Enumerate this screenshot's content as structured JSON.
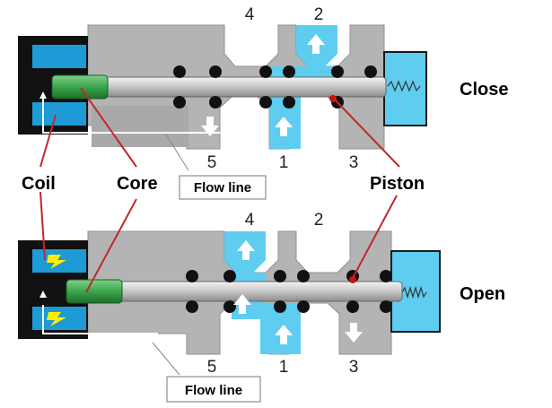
{
  "states": [
    {
      "state_label": "Close",
      "ports": {
        "p4": "4",
        "p2": "2",
        "p5": "5",
        "p1": "1",
        "p3": "3"
      },
      "flow_line_label": "Flow line"
    },
    {
      "state_label": "Open",
      "ports": {
        "p4": "4",
        "p2": "2",
        "p5": "5",
        "p1": "1",
        "p3": "3"
      },
      "flow_line_label": "Flow line"
    }
  ],
  "callouts": {
    "coil": "Coil",
    "core": "Core",
    "piston": "Piston"
  },
  "colors": {
    "body": "#b4b4b4",
    "body_dark": "#8f8f8f",
    "water": "#5ecdf0",
    "coil_blue": "#1e9ad6",
    "coil_case": "#111111",
    "core_green": "#3aa64b",
    "callout_line": "#c0282d",
    "piston_dot": "#cc1111",
    "rod": "#d6d6d6",
    "seal": "#111111",
    "spark": "#ffee00"
  }
}
